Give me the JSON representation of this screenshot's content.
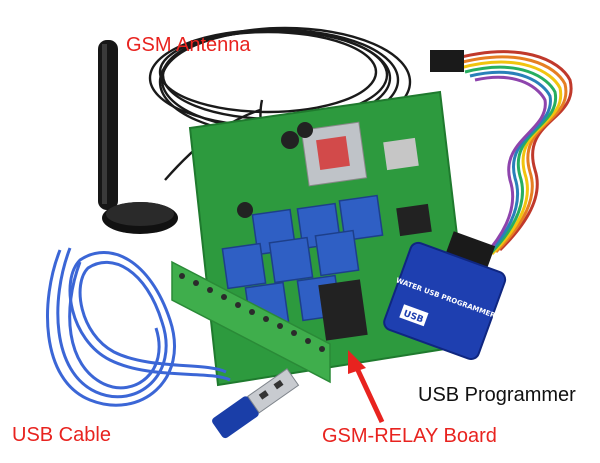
{
  "labels": {
    "gsm_antenna": "GSM Antenna",
    "usb_programmer": "USB Programmer",
    "usb_cable": "USB Cable",
    "gsm_relay_board": "GSM-RELAY Board"
  },
  "programmer": {
    "case_text": "WATER USB PROGRAMMER",
    "logo_text": "USB"
  },
  "colors": {
    "label_red": "#e8231f",
    "label_black": "#111111",
    "pcb_green": "#2d9a3e",
    "relay_blue": "#2f5fc4",
    "terminal_green": "#3fae4c",
    "cable_blue": "#3b66d6",
    "programmer_blue": "#1e3fb0"
  },
  "icons": [
    "arrow-icon"
  ]
}
